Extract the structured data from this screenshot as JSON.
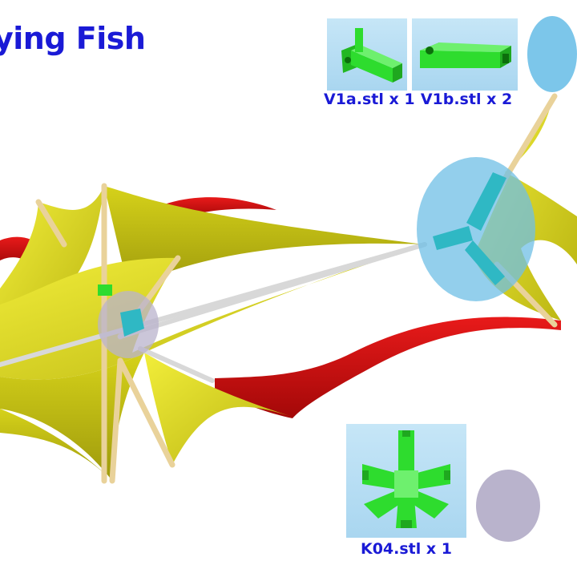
{
  "title": "ying Fish",
  "parts": [
    {
      "file": "V1a.stl",
      "qty": "x 1"
    },
    {
      "file": "V1b.stl",
      "qty": "x 2"
    },
    {
      "file": "K04.stl",
      "qty": "x 1"
    }
  ],
  "colors": {
    "title": "#1a1ad6",
    "sail_yellow": "#e3df1c",
    "tail_red": "#d60f0f",
    "connector_green": "#2edc2e",
    "joint_cyan": "#2fb8c4",
    "highlight_blue": "#7cc6ea",
    "highlight_lavender": "#b9b3cc",
    "spar_wood": "#e9d29a",
    "rod_white": "#d8d8d8"
  },
  "icons": [
    "v1a-connector-icon",
    "v1b-connector-icon",
    "k04-connector-icon"
  ]
}
